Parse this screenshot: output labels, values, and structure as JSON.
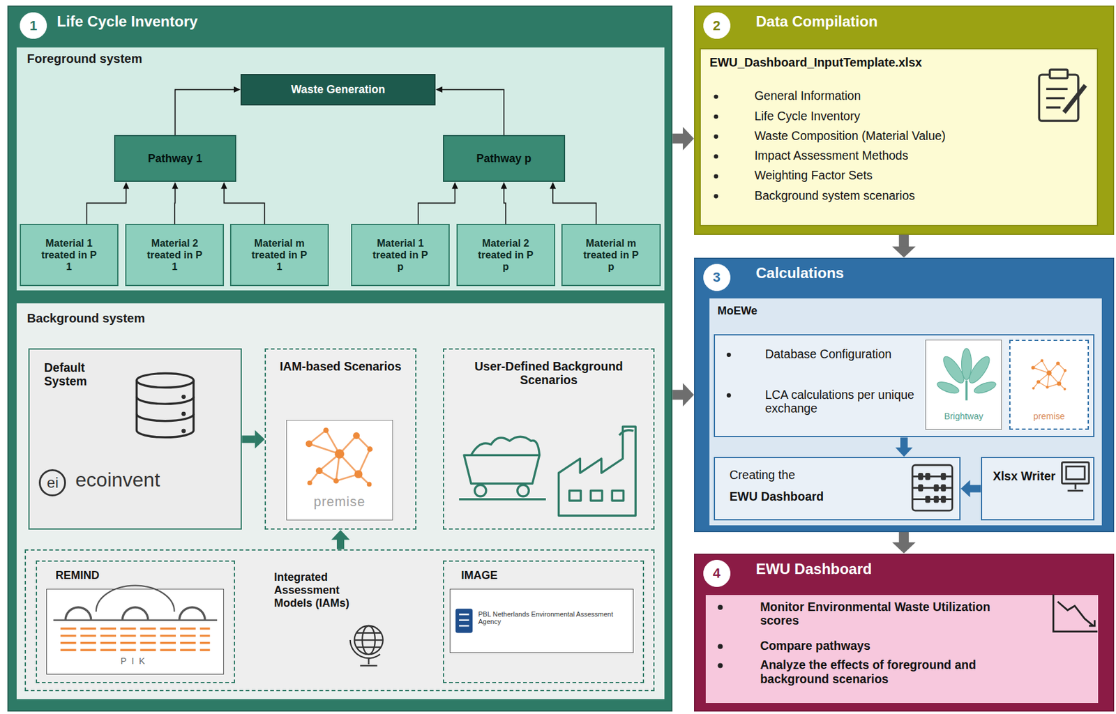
{
  "diagram": {
    "nodes": [
      {
        "text": [
          "Life Cycle Inventory"
        ]
      },
      {
        "text": [
          "1"
        ],
        "in": 0
      },
      {
        "text": [
          "Foreground system"
        ],
        "in": 0
      },
      {
        "text": [
          "Waste Generation"
        ],
        "in": 2
      },
      {
        "text": [
          "Pathway 1"
        ],
        "in": 2
      },
      {
        "text": [
          "Pathway p"
        ],
        "in": 2
      },
      {
        "text": [
          "Material 1 treated in P 1"
        ],
        "in": 2
      },
      {
        "text": [
          "Material 2 treated in P 1"
        ],
        "in": 2
      },
      {
        "text": [
          "Material m treated in P 1"
        ],
        "in": 2
      },
      {
        "text": [
          "Material 1 treated in P p"
        ],
        "in": 2
      },
      {
        "text": [
          "Material 2 treated in P p"
        ],
        "in": 2
      },
      {
        "text": [
          "Material m treated in P p"
        ],
        "in": 2
      },
      {
        "text": [
          "Background system"
        ],
        "in": 0
      },
      {
        "text": [
          "Default System",
          "ei",
          "ecoinvent"
        ],
        "in": 12
      },
      {
        "text": [
          "IAM-based Scenarios"
        ],
        "in": 12
      },
      {
        "text": [
          "premise"
        ],
        "in": 14
      },
      {
        "text": [
          "User-Defined Background Scenarios"
        ],
        "in": 12
      },
      {
        "text": [
          "Integrated Assessment Models (IAMs)"
        ],
        "in": 12
      },
      {
        "text": [
          "REMIND"
        ],
        "in": 17
      },
      {
        "text": [
          "PIK"
        ],
        "in": 18
      },
      {
        "text": [
          "IMAGE"
        ],
        "in": 17
      },
      {
        "text": [
          "PBL Netherlands Environmental Assessment Agency"
        ],
        "in": 20
      },
      {
        "text": [
          "Data Compilation"
        ]
      },
      {
        "text": [
          "2"
        ],
        "in": 22
      },
      {
        "text": [
          "EWU_Dashboard_InputTemplate.xlsx",
          "General Information",
          "Life Cycle Inventory",
          "Waste Composition (Material Value)",
          "Impact Assessment Methods",
          "Weighting Factor Sets",
          "Background system scenarios"
        ],
        "in": 22
      },
      {
        "text": [
          "Calculations"
        ]
      },
      {
        "text": [
          "3"
        ],
        "in": 25
      },
      {
        "text": [
          "MoEWe"
        ],
        "in": 25
      },
      {
        "text": [
          "Database Configuration",
          "LCA calculations per unique exchange"
        ],
        "in": 27
      },
      {
        "text": [
          "Brightway"
        ],
        "in": 28
      },
      {
        "text": [
          "premise"
        ],
        "in": 28
      },
      {
        "text": [
          "Creating the",
          "EWU Dashboard"
        ],
        "in": 27
      },
      {
        "text": [
          "Xlsx Writer"
        ],
        "in": 27
      },
      {
        "text": [
          "EWU Dashboard"
        ]
      },
      {
        "text": [
          "4"
        ],
        "in": 33
      },
      {
        "text": [
          "Monitor Environmental Waste Utilization scores",
          "Compare pathways",
          "Analyze the effects of foreground and background scenarios"
        ],
        "in": 33
      }
    ],
    "edges": [
      {
        "from": 6,
        "to": 4,
        "arrow": "to"
      },
      {
        "from": 7,
        "to": 4,
        "arrow": "to"
      },
      {
        "from": 8,
        "to": 4,
        "arrow": "to"
      },
      {
        "from": 9,
        "to": 5,
        "arrow": "to"
      },
      {
        "from": 10,
        "to": 5,
        "arrow": "to"
      },
      {
        "from": 11,
        "to": 5,
        "arrow": "to"
      },
      {
        "from": 4,
        "to": 3,
        "arrow": "to"
      },
      {
        "from": 5,
        "to": 3,
        "arrow": "to"
      },
      {
        "from": 13,
        "to": 14,
        "arrow": "to"
      },
      {
        "from": 17,
        "to": 14,
        "arrow": "to"
      },
      {
        "from": 0,
        "to": 22,
        "arrow": "to"
      },
      {
        "from": 0,
        "to": 25,
        "arrow": "to"
      },
      {
        "from": 22,
        "to": 25,
        "arrow": "to"
      },
      {
        "from": 25,
        "to": 33,
        "arrow": "to"
      },
      {
        "from": 28,
        "to": 31,
        "arrow": "to"
      },
      {
        "from": 32,
        "to": 31,
        "arrow": "to"
      }
    ]
  }
}
